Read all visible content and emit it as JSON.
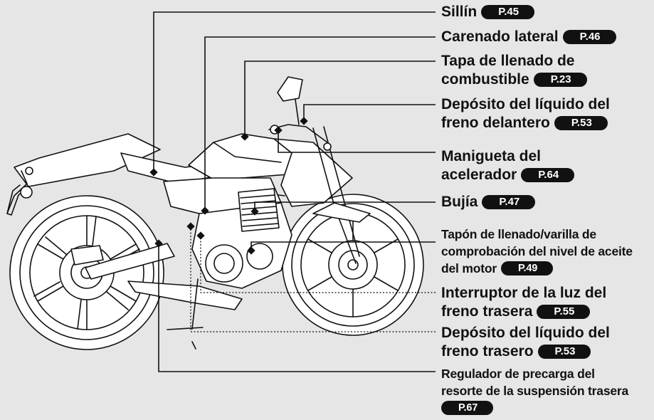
{
  "callouts": [
    {
      "id": "seat",
      "lines": [
        "Sillín"
      ],
      "page": "P.45"
    },
    {
      "id": "side-cover",
      "lines": [
        "Carenado lateral"
      ],
      "page": "P.46"
    },
    {
      "id": "fuel-cap",
      "lines": [
        "Tapa de llenado de",
        "combustible"
      ],
      "page": "P.23"
    },
    {
      "id": "front-brake-reservoir",
      "lines": [
        "Depósito del líquido del",
        "freno delantero"
      ],
      "page": "P.53"
    },
    {
      "id": "throttle-grip",
      "lines": [
        "Manigueta del",
        "acelerador"
      ],
      "page": "P.64"
    },
    {
      "id": "spark-plug",
      "lines": [
        "Bujía"
      ],
      "page": "P.47"
    },
    {
      "id": "oil-filler-cap",
      "lines": [
        "Tapón de llenado/varilla de",
        "comprobación del nivel de aceite",
        "del motor"
      ],
      "page": "P.49"
    },
    {
      "id": "rear-brake-switch",
      "lines": [
        "Interruptor de la luz del",
        "freno trasera"
      ],
      "page": "P.55"
    },
    {
      "id": "rear-brake-reservoir",
      "lines": [
        "Depósito del líquido del",
        "freno trasero"
      ],
      "page": "P.53"
    },
    {
      "id": "spring-preload",
      "lines": [
        "Regulador de precarga del",
        "resorte de la suspensión trasera"
      ],
      "page": "P.67"
    }
  ],
  "colors": {
    "background": "#e6e6e6",
    "ink": "#111111",
    "badge_text": "#ffffff"
  }
}
